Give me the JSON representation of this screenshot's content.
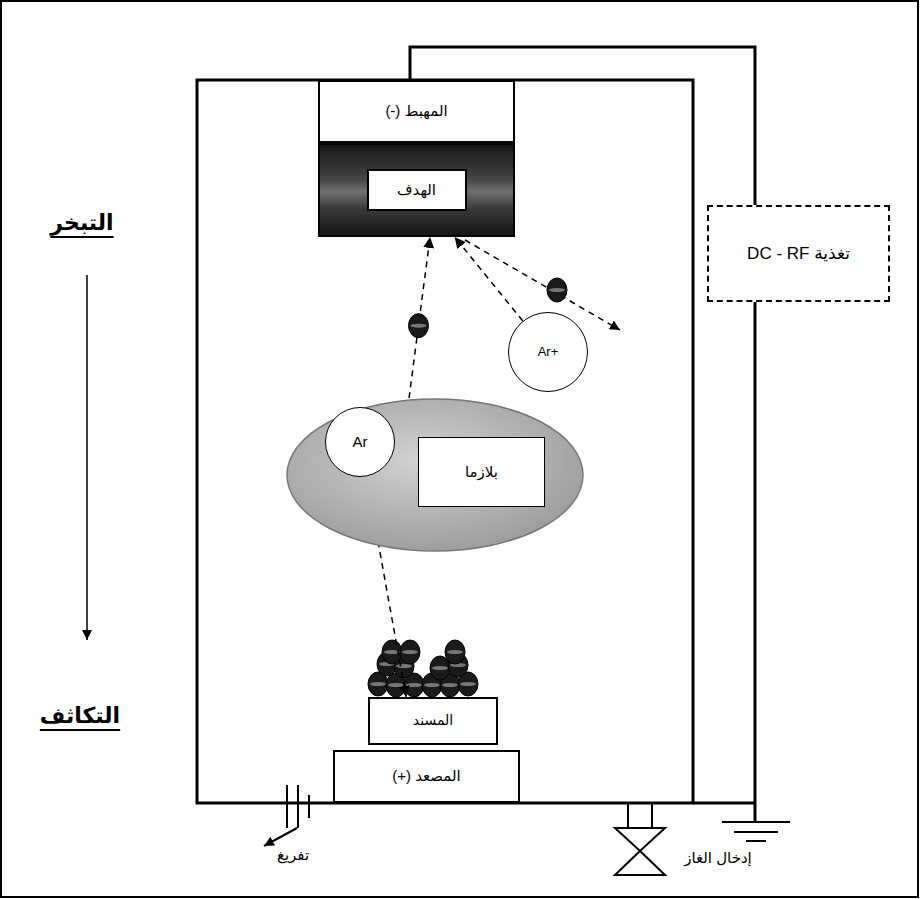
{
  "diagram": {
    "nodes": [
      {
        "text": [
          "المهبط (-)"
        ]
      },
      {
        "text": [
          "الهدف"
        ]
      },
      {
        "text": [
          "تغذية DC - RF"
        ]
      },
      {
        "text": [
          "Ar+"
        ]
      },
      {
        "text": [
          "بلازما"
        ]
      },
      {
        "text": [
          "Ar"
        ],
        "in": 4
      },
      {
        "text": [
          "المسند"
        ]
      },
      {
        "text": [
          "المصعد (+)"
        ]
      }
    ],
    "edges": [
      {
        "from": 3,
        "to": 1,
        "arrow": "to"
      },
      {
        "from": 4,
        "to": 1,
        "arrow": "to"
      },
      {
        "from": 5,
        "to": 6,
        "arrow": "to"
      }
    ],
    "labels": [
      "التبخر",
      "التكاثف",
      "تفريغ",
      "إدخال الغاز"
    ]
  }
}
